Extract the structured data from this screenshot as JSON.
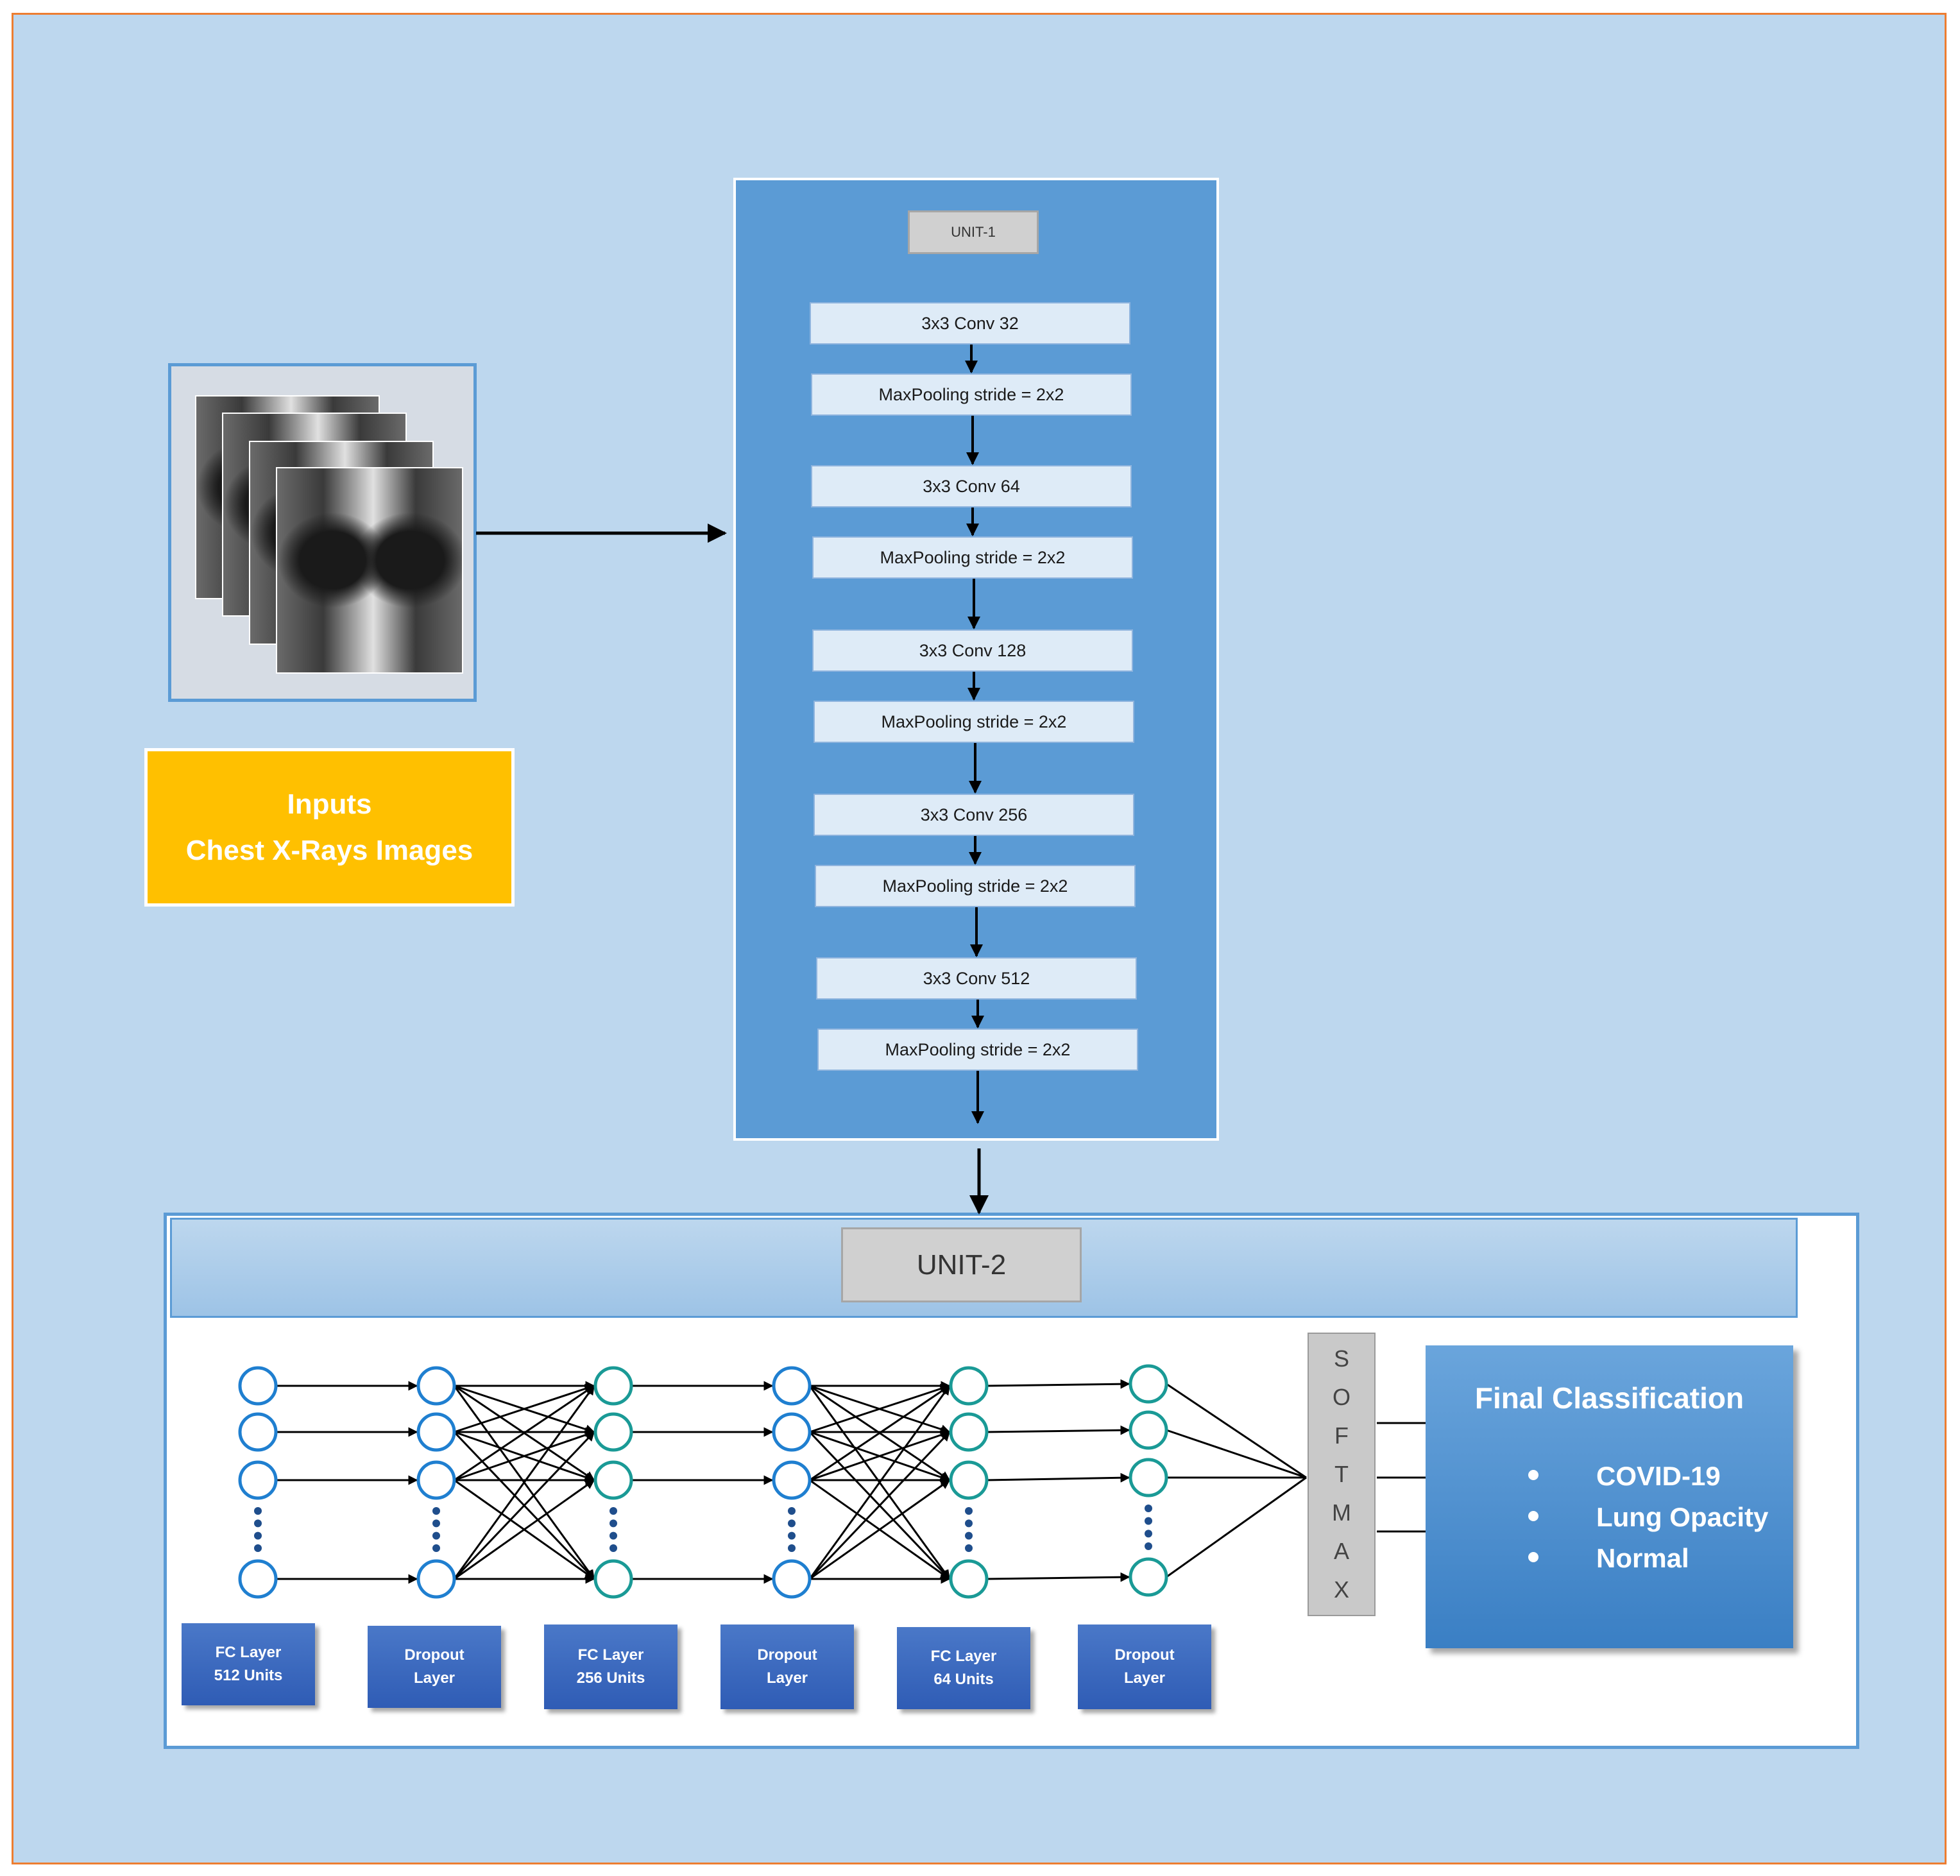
{
  "inputs": {
    "line1": "Inputs",
    "line2": "Chest X-Rays Images"
  },
  "unit1": {
    "label": "UNIT-1",
    "layers": [
      "3x3 Conv 32",
      "MaxPooling stride = 2x2",
      "3x3 Conv 64",
      "MaxPooling stride = 2x2",
      "3x3 Conv 128",
      "MaxPooling stride = 2x2",
      "3x3 Conv 256",
      "MaxPooling stride = 2x2",
      "3x3 Conv 512",
      "MaxPooling stride = 2x2"
    ]
  },
  "unit2": {
    "label": "UNIT-2",
    "layers": [
      {
        "line1": "FC Layer",
        "line2": "512 Units"
      },
      {
        "line1": "Dropout",
        "line2": "Layer"
      },
      {
        "line1": "FC Layer",
        "line2": "256 Units"
      },
      {
        "line1": "Dropout",
        "line2": "Layer"
      },
      {
        "line1": "FC Layer",
        "line2": "64 Units"
      },
      {
        "line1": "Dropout",
        "line2": "Layer"
      }
    ],
    "softmax_letters": [
      "S",
      "O",
      "F",
      "T",
      "M",
      "A",
      "X"
    ]
  },
  "final": {
    "title": "Final  Classification",
    "classes": [
      "COVID-19",
      "Lung Opacity",
      "Normal"
    ]
  },
  "colors": {
    "background": "#bdd7ee",
    "border": "#ed7d31",
    "panel": "#5b9bd5",
    "inputs": "#ffc000",
    "neuron_blue": "#1f7fd0",
    "neuron_teal": "#1a9a96",
    "layer_label": "#3a66bf"
  }
}
